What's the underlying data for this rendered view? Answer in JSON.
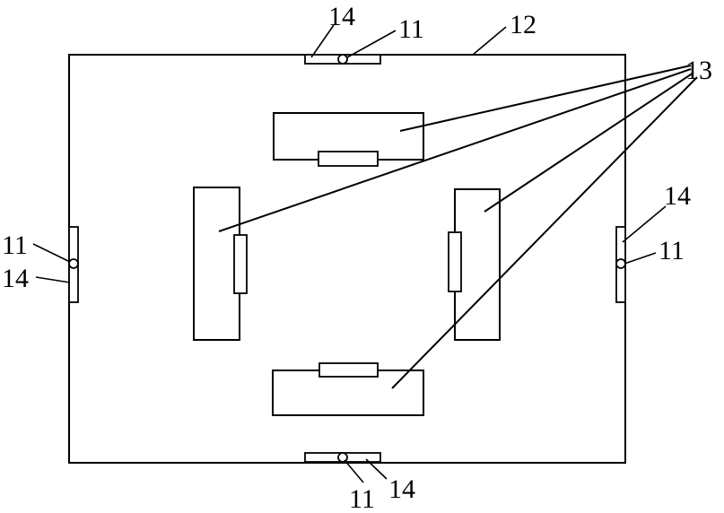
{
  "diagram": {
    "labels": {
      "dot": "11",
      "frame": "12",
      "block": "13",
      "strip": "14"
    },
    "colors": {
      "stroke": "#000000",
      "background": "#ffffff"
    }
  }
}
